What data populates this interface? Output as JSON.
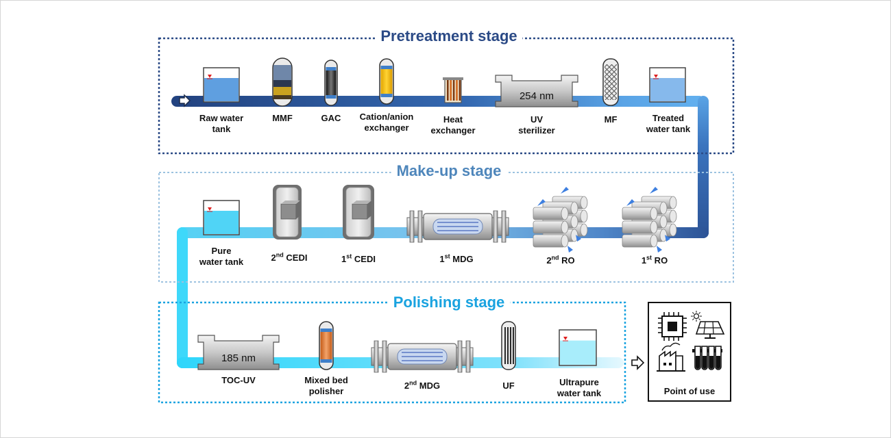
{
  "stages": {
    "pretreatment": {
      "title": "Pretreatment stage",
      "color": "#2b4a86"
    },
    "makeup": {
      "title": "Make-up stage",
      "color": "#4e86bb"
    },
    "polishing": {
      "title": "Polishing stage",
      "color": "#1aa3e0"
    }
  },
  "pretreatment_units": [
    {
      "name": "raw-water-tank",
      "label": "Raw water\ntank"
    },
    {
      "name": "mmf",
      "label": "MMF"
    },
    {
      "name": "gac",
      "label": "GAC"
    },
    {
      "name": "cation-anion-exchanger",
      "label": "Cation/anion\nexchanger"
    },
    {
      "name": "heat-exchanger",
      "label": "Heat\nexchanger"
    },
    {
      "name": "uv-sterilizer",
      "label": "UV\nsterilizer",
      "inner_text": "254 nm"
    },
    {
      "name": "mf",
      "label": "MF"
    },
    {
      "name": "treated-water-tank",
      "label": "Treated\nwater tank"
    }
  ],
  "makeup_units": [
    {
      "name": "pure-water-tank",
      "label": "Pure\nwater tank"
    },
    {
      "name": "second-cedi",
      "prefix": "2",
      "sup": "nd",
      "suffix": " CEDI"
    },
    {
      "name": "first-cedi",
      "prefix": "1",
      "sup": "st",
      "suffix": " CEDI"
    },
    {
      "name": "first-mdg",
      "prefix": "1",
      "sup": "st",
      "suffix": " MDG"
    },
    {
      "name": "second-ro",
      "prefix": "2",
      "sup": "nd",
      "suffix": " RO"
    },
    {
      "name": "first-ro",
      "prefix": "1",
      "sup": "st",
      "suffix": " RO"
    }
  ],
  "polishing_units": [
    {
      "name": "toc-uv",
      "label": "TOC-UV",
      "inner_text": "185 nm"
    },
    {
      "name": "mixed-bed-polisher",
      "label": "Mixed  bed\npolisher"
    },
    {
      "name": "second-mdg",
      "prefix": "2",
      "sup": "nd",
      "suffix": " MDG"
    },
    {
      "name": "uf",
      "label": "UF"
    },
    {
      "name": "ultrapure-water-tank",
      "label": "Ultrapure\nwater tank"
    }
  ],
  "point_of_use": {
    "label": "Point of use"
  }
}
